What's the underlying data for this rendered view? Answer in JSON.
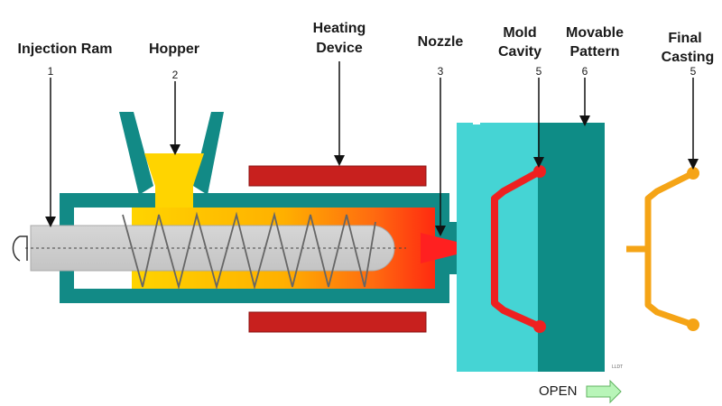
{
  "labels": {
    "injection_ram": "Injection Ram",
    "hopper": "Hopper",
    "heating_line1": "Heating",
    "heating_line2": "Device",
    "nozzle": "Nozzle",
    "mold_line1": "Mold",
    "mold_line2": "Cavity",
    "movable_line1": "Movable",
    "movable_line2": "Pattern",
    "final_line1": "Final",
    "final_line2": "Casting"
  },
  "numbers": {
    "injection_ram": "1",
    "hopper": "2",
    "nozzle": "3",
    "mold_cavity": "5",
    "movable_pattern": "6",
    "final_casting": "5"
  },
  "open_label": "OPEN",
  "corner_mark": "LLDT",
  "colors": {
    "barrel": "#128a86",
    "material": "#ffd400",
    "heater": "#c8201e",
    "ram": "#cccccc",
    "mold_light": "#45d4d4",
    "mold_dark": "#0e8c86",
    "cavity": "#ee2020",
    "casting": "#f5a416",
    "open_arrow": "#b8f5b8"
  }
}
